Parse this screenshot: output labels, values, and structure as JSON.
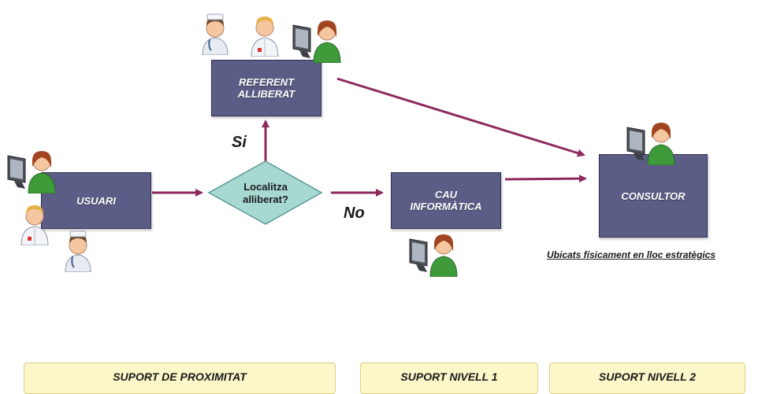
{
  "nodes": {
    "referent": "REFERENT\nALLIBERAT",
    "usuari": "USUARI",
    "decision": "Localitza\nalliberat?",
    "cau": "CAU\nINFORMÀTICA",
    "consultor": "CONSULTOR"
  },
  "edges": {
    "yes_label": "Si",
    "no_label": "No"
  },
  "note": "Ubicats físicament en lloc estratègics",
  "bands": {
    "proximitat": "SUPORT DE PROXIMITAT",
    "nivell1": "SUPORT NIVELL 1",
    "nivell2": "SUPORT NIVELL 2"
  },
  "colors": {
    "box": "#5b5d86",
    "arrow": "#8c2a5e",
    "decision": "#a7d8d2",
    "band": "#fbf7c8"
  },
  "icons": [
    "nurse-icon",
    "doctor-icon",
    "computer-user-icon"
  ]
}
